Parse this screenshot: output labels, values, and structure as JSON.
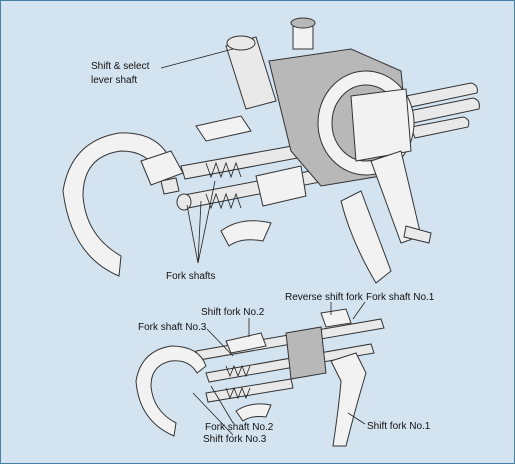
{
  "labels": {
    "shift_select_lever_shaft_line1": "Shift & select",
    "shift_select_lever_shaft_line2": "lever shaft",
    "fork_shafts": "Fork shafts",
    "shift_fork_no2": "Shift fork No.2",
    "reverse_shift_fork": "Reverse shift fork",
    "fork_shaft_no1": "Fork shaft No.1",
    "fork_shaft_no3": "Fork shaft No.3",
    "fork_shaft_no2": "Fork shaft No.2",
    "shift_fork_no3": "Shift fork No.3",
    "shift_fork_no1": "Shift fork No.1"
  },
  "colors": {
    "background": "#d4e3f0",
    "border": "#4a7fa8",
    "housing": "#b8b8b8",
    "part": "#f2f2f2"
  }
}
